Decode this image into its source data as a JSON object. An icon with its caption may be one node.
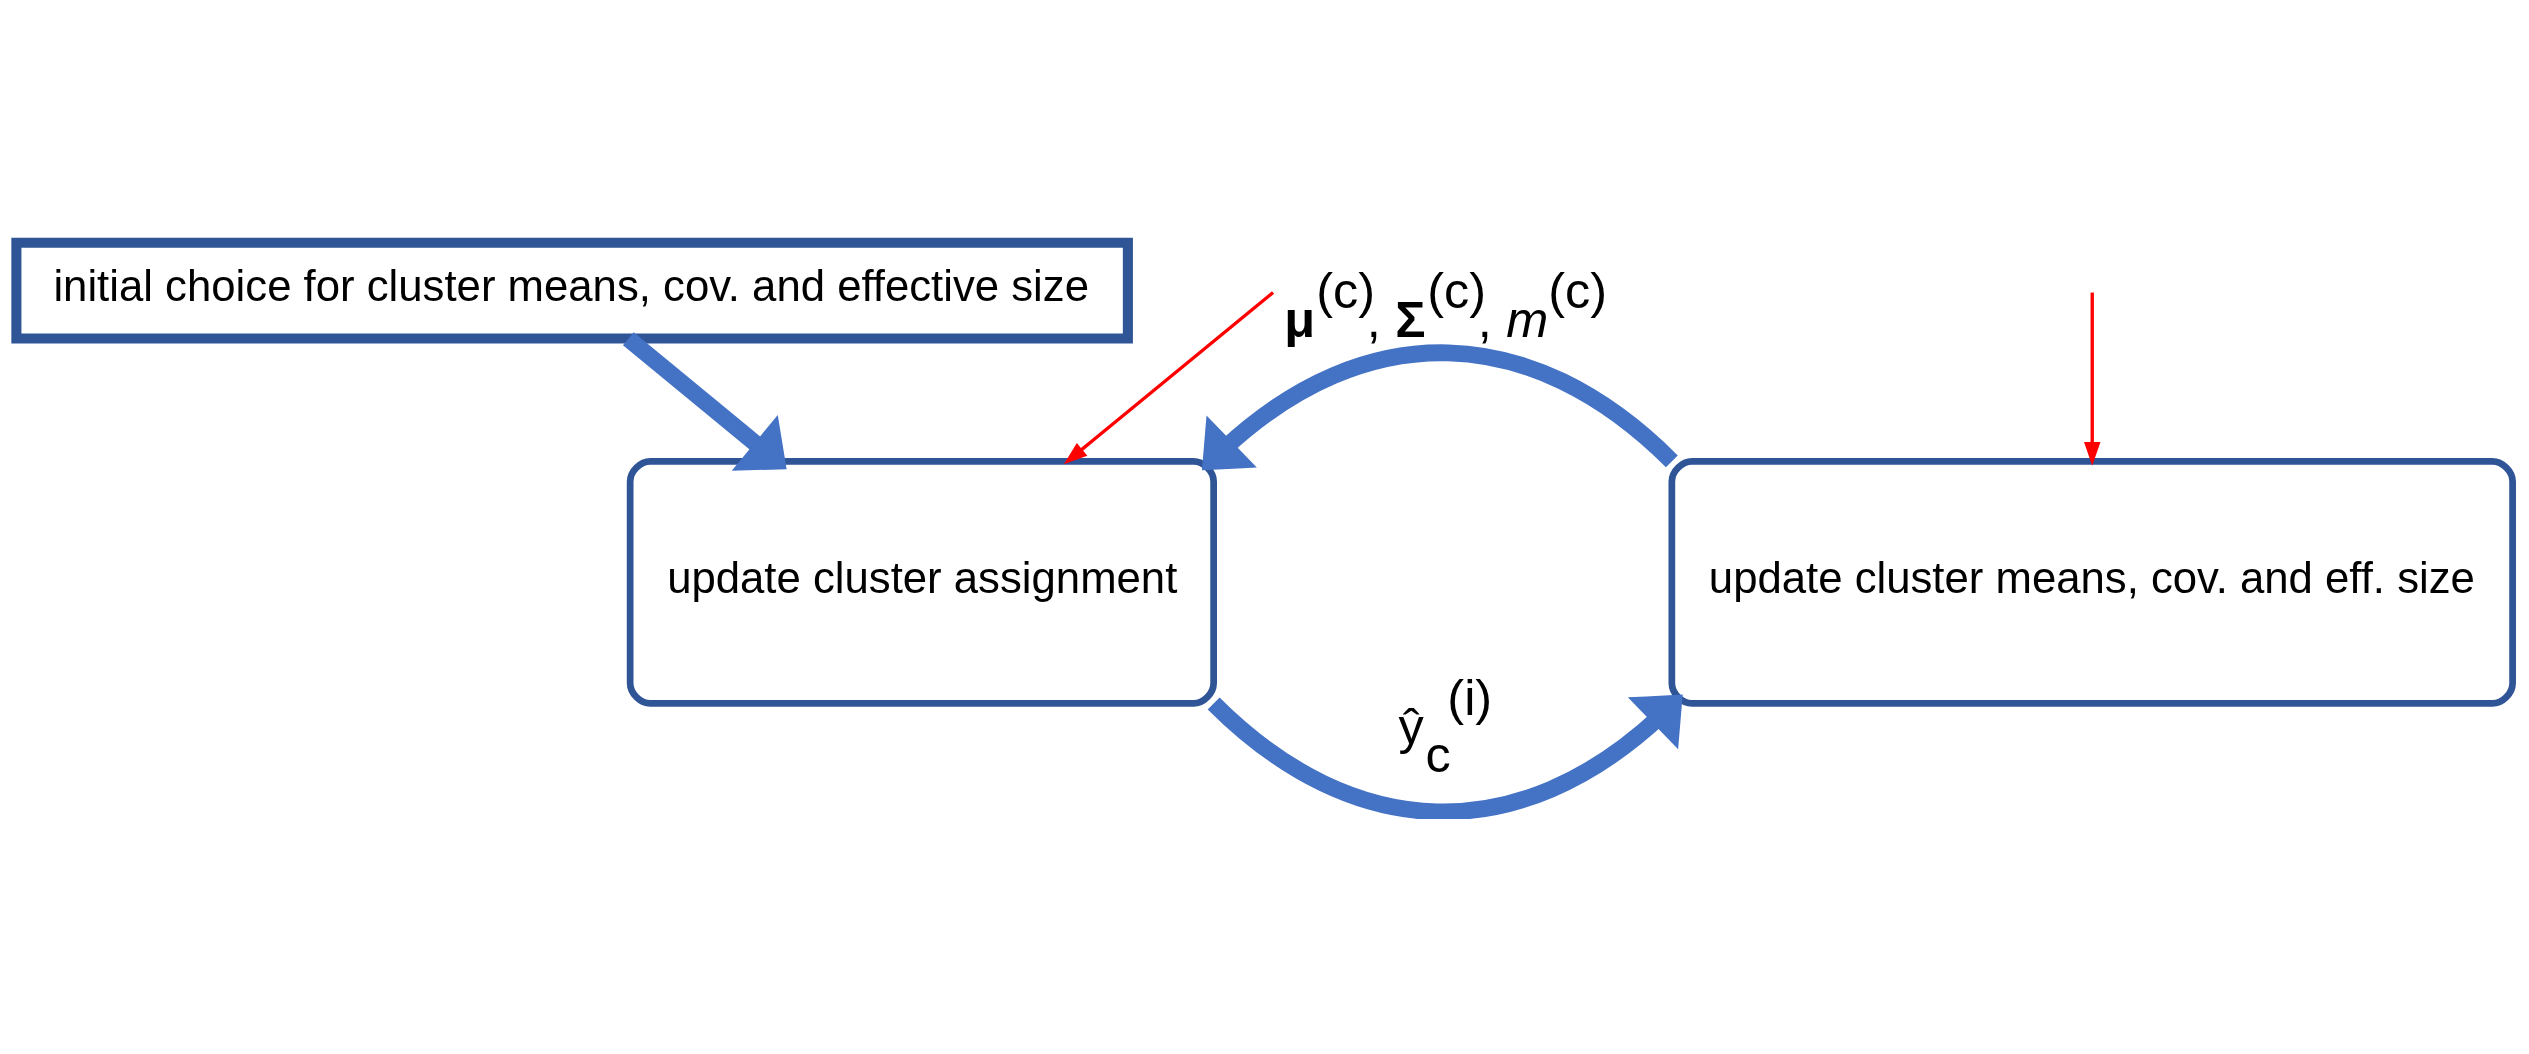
{
  "diagram": {
    "nodes": [
      {
        "text": [
          "initial choice for cluster means, cov. and effective size"
        ]
      },
      {
        "text": [
          "update cluster assignment"
        ]
      },
      {
        "text": [
          "update cluster means, cov. and eff. size"
        ]
      }
    ],
    "edges": [
      {
        "from": 0,
        "to": 1,
        "arrow": "to"
      },
      {
        "from": 1,
        "to": 2,
        "arrow": "to",
        "label": "ŷ$_{c}$$^{(i)}$"
      },
      {
        "from": 2,
        "to": 1,
        "arrow": "to",
        "label": "**μ**$^{(c)}$, **Σ**$^{(c)}$, *m*$^{(c)}$"
      },
      {
        "from": null,
        "to": 1,
        "arrow": "to",
        "color": "#ff0000"
      },
      {
        "from": null,
        "to": 2,
        "arrow": "to",
        "color": "#ff0000"
      }
    ]
  }
}
